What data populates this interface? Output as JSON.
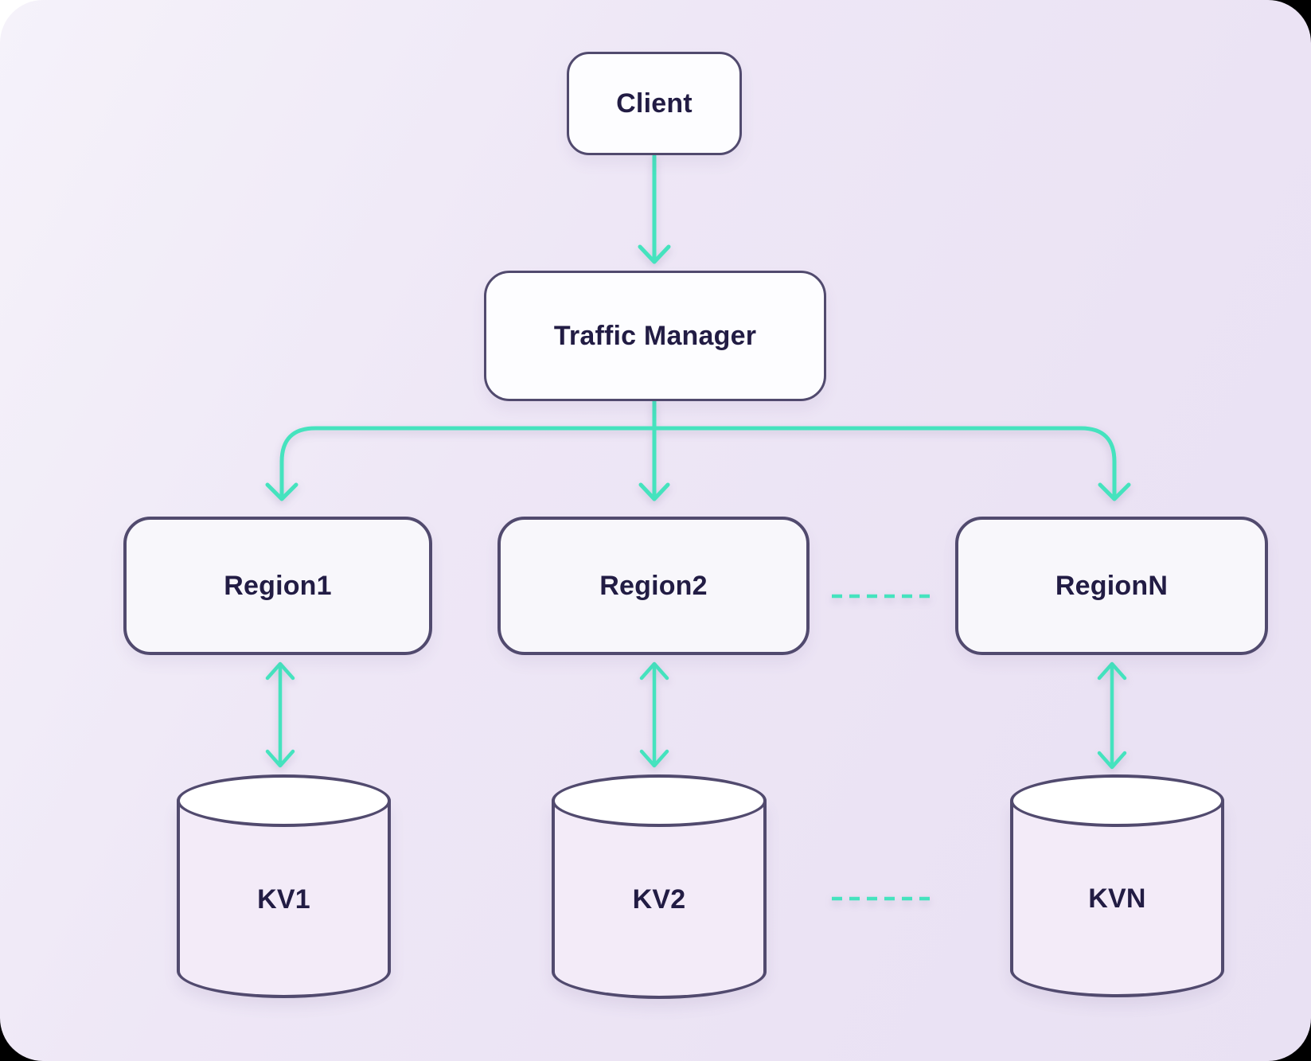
{
  "diagram": {
    "type": "architecture-flowchart",
    "nodes": {
      "client": "Client",
      "traffic_manager": "Traffic Manager",
      "region1": "Region1",
      "region2": "Region2",
      "region_n": "RegionN",
      "kv1": "KV1",
      "kv2": "KV2",
      "kv_n": "KVN"
    },
    "edges": [
      {
        "from": "client",
        "to": "traffic_manager",
        "style": "arrow"
      },
      {
        "from": "traffic_manager",
        "to": "region1",
        "style": "arrow"
      },
      {
        "from": "traffic_manager",
        "to": "region2",
        "style": "arrow"
      },
      {
        "from": "traffic_manager",
        "to": "region_n",
        "style": "arrow"
      },
      {
        "from": "region1",
        "to": "kv1",
        "style": "bidirectional-arrow"
      },
      {
        "from": "region2",
        "to": "kv2",
        "style": "bidirectional-arrow"
      },
      {
        "from": "region_n",
        "to": "kv_n",
        "style": "bidirectional-arrow"
      },
      {
        "from": "region2",
        "to": "region_n",
        "style": "dotted-ellipsis"
      },
      {
        "from": "kv2",
        "to": "kv_n",
        "style": "dotted-ellipsis"
      }
    ],
    "colors": {
      "arrow": "#45e3be",
      "node_border": "#514a6e",
      "node_text": "#221c44",
      "box_fill": "#fdfdff",
      "region_fill": "#f8f7fb",
      "cylinder_fill": "#f3ebf8",
      "cylinder_top_fill": "#ffffff",
      "background": "#ece4f5"
    }
  }
}
